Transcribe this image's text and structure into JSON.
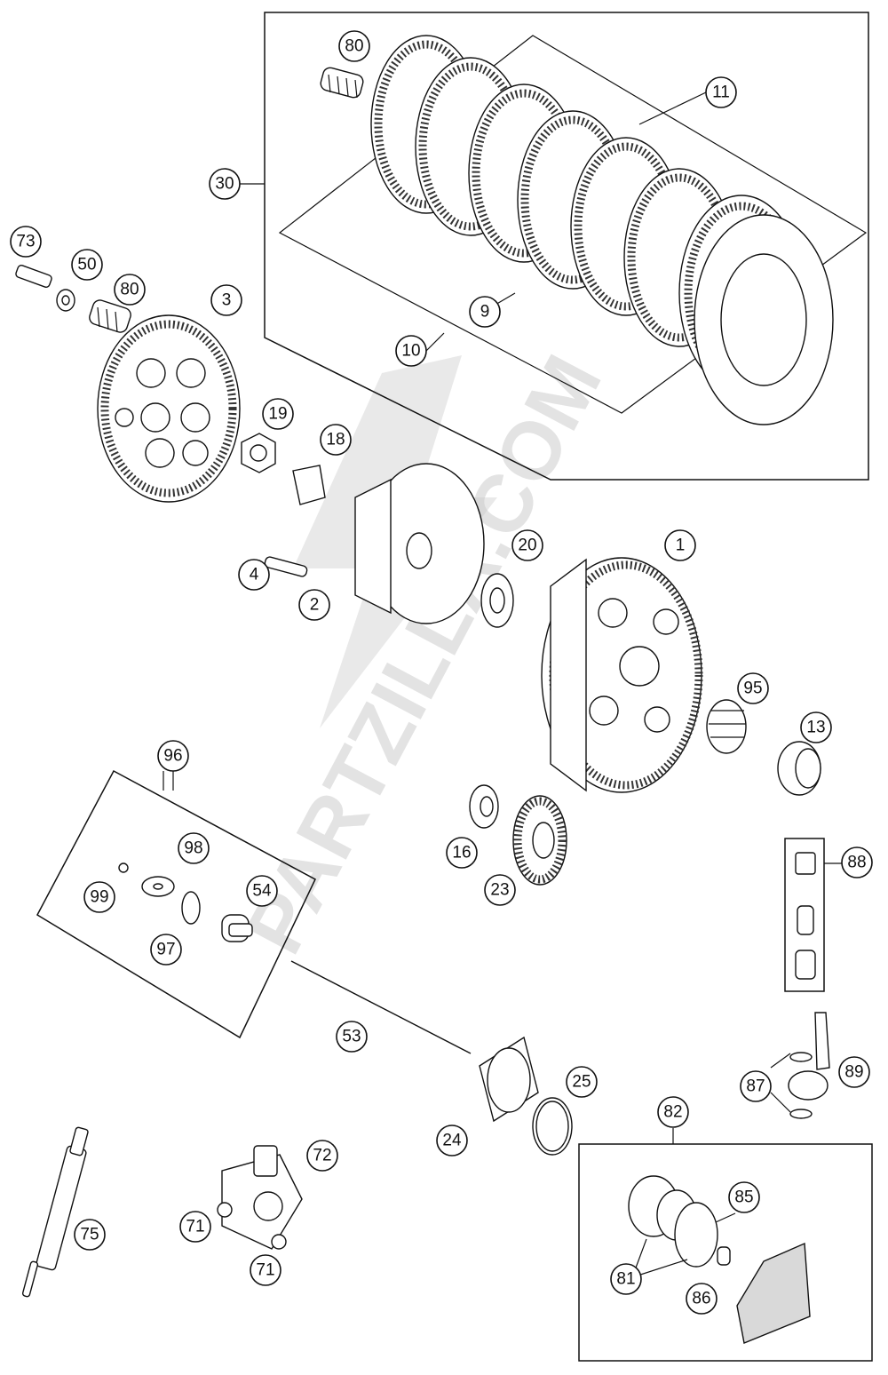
{
  "watermark": {
    "text": "PARTZILLA.COM"
  },
  "callouts": [
    {
      "label": "80"
    },
    {
      "label": "11"
    },
    {
      "label": "30"
    },
    {
      "label": "9"
    },
    {
      "label": "10"
    },
    {
      "label": "73"
    },
    {
      "label": "50"
    },
    {
      "label": "80"
    },
    {
      "label": "3"
    },
    {
      "label": "19"
    },
    {
      "label": "18"
    },
    {
      "label": "4"
    },
    {
      "label": "2"
    },
    {
      "label": "20"
    },
    {
      "label": "1"
    },
    {
      "label": "95"
    },
    {
      "label": "13"
    },
    {
      "label": "96"
    },
    {
      "label": "98"
    },
    {
      "label": "99"
    },
    {
      "label": "54"
    },
    {
      "label": "97"
    },
    {
      "label": "16"
    },
    {
      "label": "23"
    },
    {
      "label": "88"
    },
    {
      "label": "53"
    },
    {
      "label": "87"
    },
    {
      "label": "89"
    },
    {
      "label": "25"
    },
    {
      "label": "24"
    },
    {
      "label": "82"
    },
    {
      "label": "72"
    },
    {
      "label": "85"
    },
    {
      "label": "71"
    },
    {
      "label": "75"
    },
    {
      "label": "71"
    },
    {
      "label": "81"
    },
    {
      "label": "86"
    }
  ]
}
